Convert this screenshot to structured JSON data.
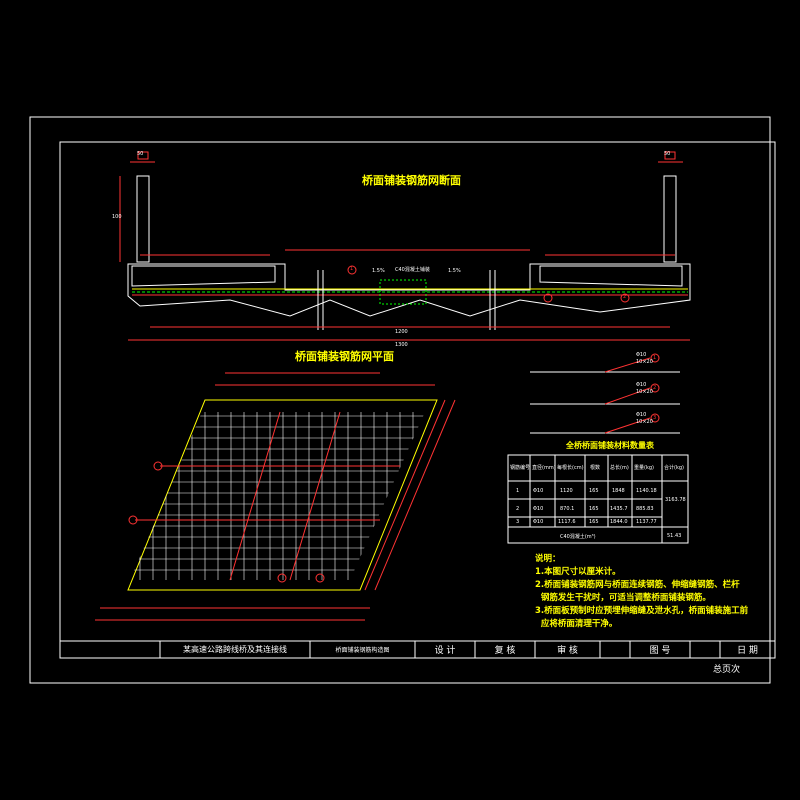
{
  "drawing": {
    "section_title": "桥面铺装钢筋网断面",
    "plan_title": "桥面铺装钢筋网平面",
    "table_title": "全桥桥面铺装材料数量表",
    "rebar_callouts": [
      {
        "label": "Φ10",
        "sub": "10×20",
        "num": "1"
      },
      {
        "label": "Φ10",
        "sub": "10×20",
        "num": "2"
      },
      {
        "label": "Φ10",
        "sub": "10×20",
        "num": "3"
      }
    ],
    "section_labels": {
      "dim_top_left": "50",
      "dim_top_right": "50",
      "height_left": "100",
      "slope_left": "1.5%",
      "slope_right": "1.5%",
      "mid_label": "C40混凝土铺装",
      "callout_1": "1",
      "callout_2": "2",
      "bottom_dim": "1200",
      "total_dim": "1300"
    },
    "table": {
      "headers": [
        "钢筋编号",
        "直径(mm)",
        "每根长(cm)",
        "根数",
        "总长(m)",
        "重量(kg)",
        "合计(kg)"
      ],
      "rows": [
        {
          "no": "1",
          "d": "Φ10",
          "len": "1120",
          "n": "165",
          "total": "1848",
          "weight": "1140.18"
        },
        {
          "no": "2",
          "d": "Φ10",
          "len": "870.1",
          "n": "165",
          "total": "1435.7",
          "weight": "885.83"
        },
        {
          "no": "3",
          "d": "Φ10",
          "len": "1117.6",
          "n": "165",
          "total": "1844.0",
          "weight": "1137.77"
        }
      ],
      "sum": "3163.78",
      "concrete_label": "C40混凝土(m³)",
      "concrete_value": "51.43"
    },
    "notes_title": "说明：",
    "notes": [
      "1.本图尺寸以厘米计。",
      "2.桥面铺装钢筋网与桥面连续钢筋、伸缩缝钢筋、栏杆",
      "  钢筋发生干扰时，可适当调整桥面铺装钢筋。",
      "3.桥面板预制时应预埋伸缩缝及泄水孔，桥面铺装施工前",
      "  应将桥面清理干净。"
    ]
  },
  "title_block": {
    "project": "某高速公路跨线桥及其连接线",
    "drawing_name": "桥面铺装钢筋构造图",
    "design": "设 计",
    "check": "复 核",
    "review": "审 核",
    "sheet_no": "图 号",
    "date": "日 期",
    "footer": "总页次"
  }
}
